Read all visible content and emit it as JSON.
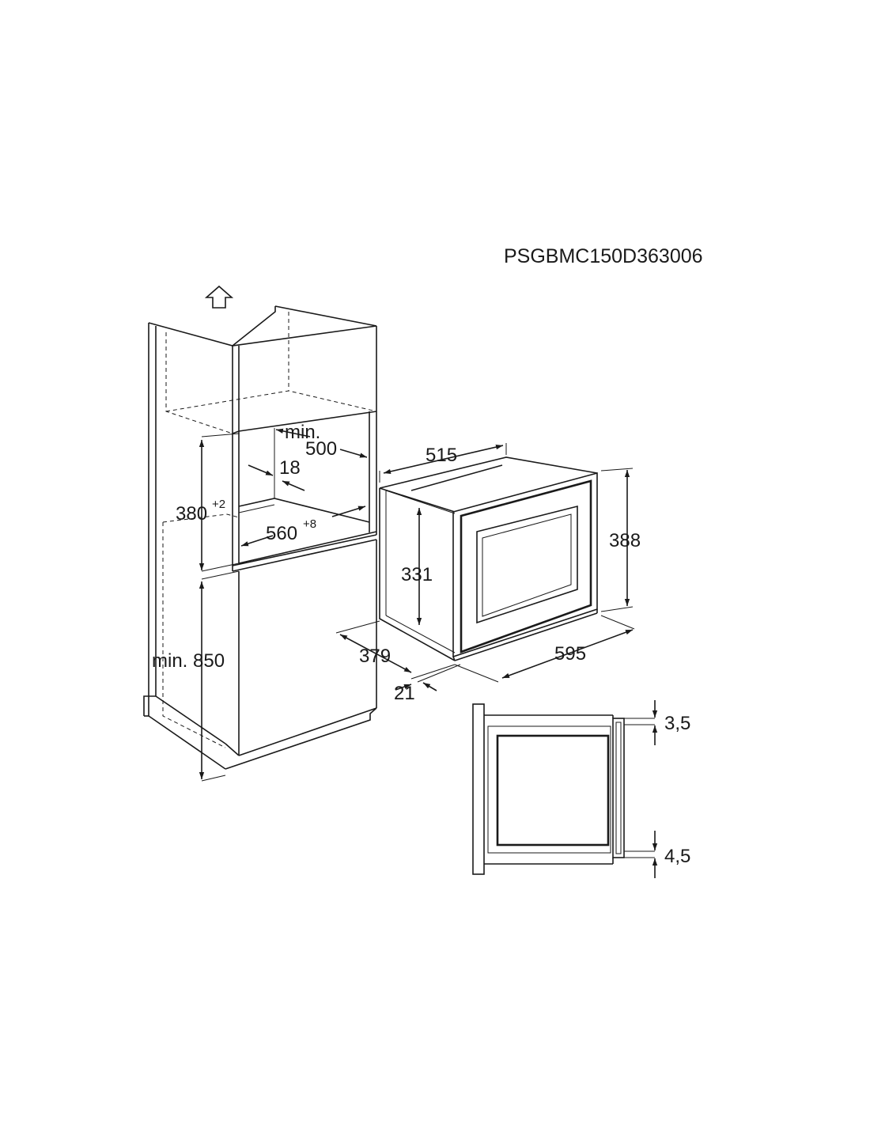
{
  "model_code": "PSGBMC150D363006",
  "dimensions": {
    "niche_depth_prefix": "min.",
    "niche_depth_value": "500",
    "panel_thickness": "18",
    "niche_height": "380",
    "niche_height_tolerance": "+2",
    "niche_width": "560",
    "niche_width_tolerance": "+8",
    "floor_height": "min. 850",
    "appliance_body_depth": "515",
    "appliance_body_height": "331",
    "appliance_total_height": "388",
    "appliance_body_width": "379",
    "appliance_front_width": "595",
    "front_panel_depth": "21",
    "top_gap": "3,5",
    "bottom_gap": "4,5"
  },
  "icons": {
    "ventilation": "up-arrow-outline-icon"
  }
}
